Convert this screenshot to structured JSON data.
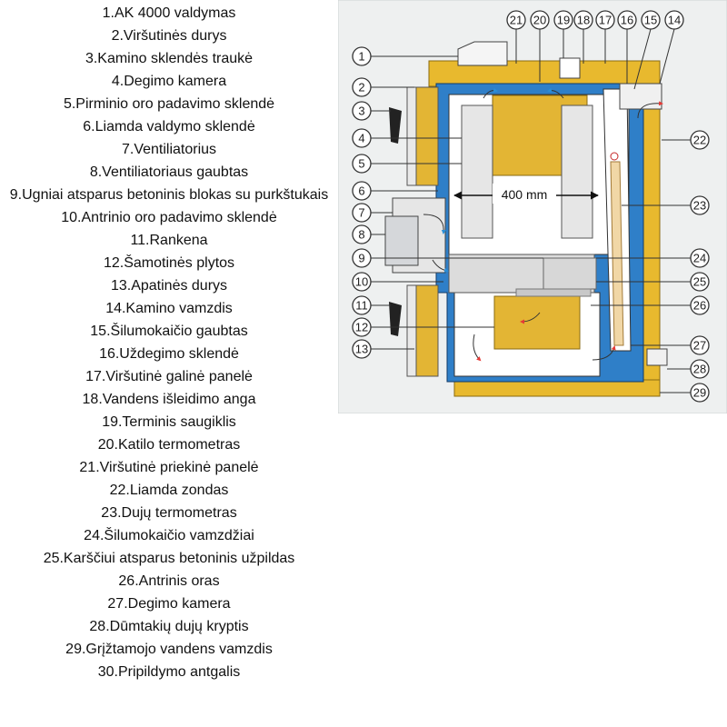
{
  "legend": [
    "1.AK 4000 valdymas",
    "2.Viršutinės durys",
    "3.Kamino sklendės traukė",
    "4.Degimo kamera",
    "5.Pirminio oro padavimo sklendė",
    "6.Liamda valdymo sklendė",
    "7.Ventiliatorius",
    "8.Ventiliatoriaus gaubtas",
    "9.Ugniai atsparus betoninis blokas su purkštukais",
    "10.Antrinio oro padavimo sklendė",
    "11.Rankena",
    "12.Šamotinės plytos",
    "13.Apatinės durys",
    "14.Kamino vamzdis",
    "15.Šilumokaičio gaubtas",
    "16.Uždegimo sklendė",
    "17.Viršutinė galinė panelė",
    "18.Vandens išleidimo anga",
    "19.Terminis saugiklis",
    "20.Katilo termometras",
    "21.Viršutinė priekinė panelė",
    "22.Liamda zondas",
    "23.Dujų termometras",
    "24.Šilumokaičio vamzdžiai",
    "25.Karščiui atsparus betoninis užpildas",
    "26.Antrinis oras",
    "27.Degimo kamera",
    "28.Dūmtakių dujų kryptis",
    "29.Grįžtamojo vandens vamzdis",
    "30.Pripildymo antgalis"
  ],
  "diagram": {
    "dimension_label": "400 mm",
    "callouts_top": [
      "21",
      "20",
      "19",
      "18",
      "17",
      "16",
      "15",
      "14"
    ],
    "callouts_left": [
      "1",
      "2",
      "3",
      "4",
      "5",
      "6",
      "7",
      "8",
      "9",
      "10",
      "11",
      "12",
      "13"
    ],
    "callouts_right": [
      "22",
      "23",
      "24",
      "25",
      "26",
      "27",
      "28",
      "29"
    ]
  }
}
